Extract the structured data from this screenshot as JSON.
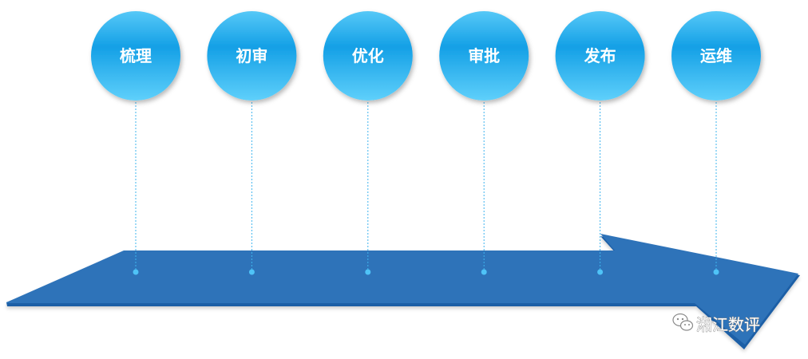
{
  "stages": [
    {
      "label": "梳理"
    },
    {
      "label": "初审"
    },
    {
      "label": "优化"
    },
    {
      "label": "审批"
    },
    {
      "label": "发布"
    },
    {
      "label": "运维"
    }
  ],
  "watermark": {
    "text": "湘江数评",
    "icon": "wechat-icon"
  },
  "colors": {
    "arrow_top": "#2f73b9",
    "arrow_edge": "#1e5fa8",
    "circle_top": "#1aa3e6",
    "circle_mid": "#2bb6f0",
    "circle_bottom": "#7fd8ff",
    "connector": "#3fb4ee"
  }
}
